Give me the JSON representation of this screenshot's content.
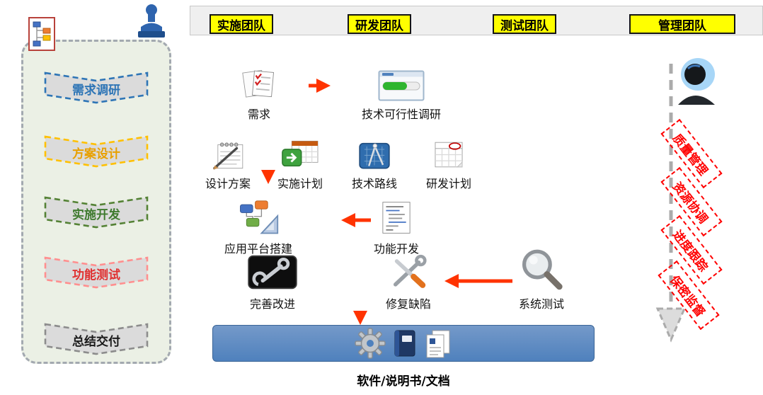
{
  "header": {
    "teams": [
      {
        "label": "实施团队"
      },
      {
        "label": "研发团队"
      },
      {
        "label": "测试团队"
      },
      {
        "label": "管理团队"
      }
    ],
    "box_color": "#FFFF00"
  },
  "sidebar": {
    "phases": [
      {
        "label": "需求调研",
        "color": "#2E75B6"
      },
      {
        "label": "方案设计",
        "color": "#FFC000"
      },
      {
        "label": "实施开发",
        "color": "#548235"
      },
      {
        "label": "功能测试",
        "color": "#E03030"
      },
      {
        "label": "总结交付",
        "color": "#1A1A1A"
      }
    ]
  },
  "flow": {
    "steps": [
      {
        "label": "需求",
        "icon": "requirements-doc-icon"
      },
      {
        "label": "技术可行性调研",
        "icon": "feasibility-window-icon"
      },
      {
        "label": "设计方案",
        "icon": "notepad-pencil-icon"
      },
      {
        "label": "实施计划",
        "icon": "calendar-go-icon"
      },
      {
        "label": "技术路线",
        "icon": "blueprint-compass-icon"
      },
      {
        "label": "研发计划",
        "icon": "calendar-icon"
      },
      {
        "label": "应用平台搭建",
        "icon": "platform-diagram-icon"
      },
      {
        "label": "功能开发",
        "icon": "code-file-icon"
      },
      {
        "label": "完善改进",
        "icon": "screen-wrench-icon"
      },
      {
        "label": "修复缺陷",
        "icon": "repair-tools-icon"
      },
      {
        "label": "系统测试",
        "icon": "magnifier-icon"
      }
    ],
    "deliverables_label": "软件/说明书/文档",
    "arrow_color": "#FF3300",
    "bar_color": "#4F81BD"
  },
  "management": {
    "items": [
      {
        "label": "质量管理"
      },
      {
        "label": "资源协调"
      },
      {
        "label": "进度跟踪"
      },
      {
        "label": "保密监督"
      }
    ],
    "label_color": "#FF0000"
  }
}
